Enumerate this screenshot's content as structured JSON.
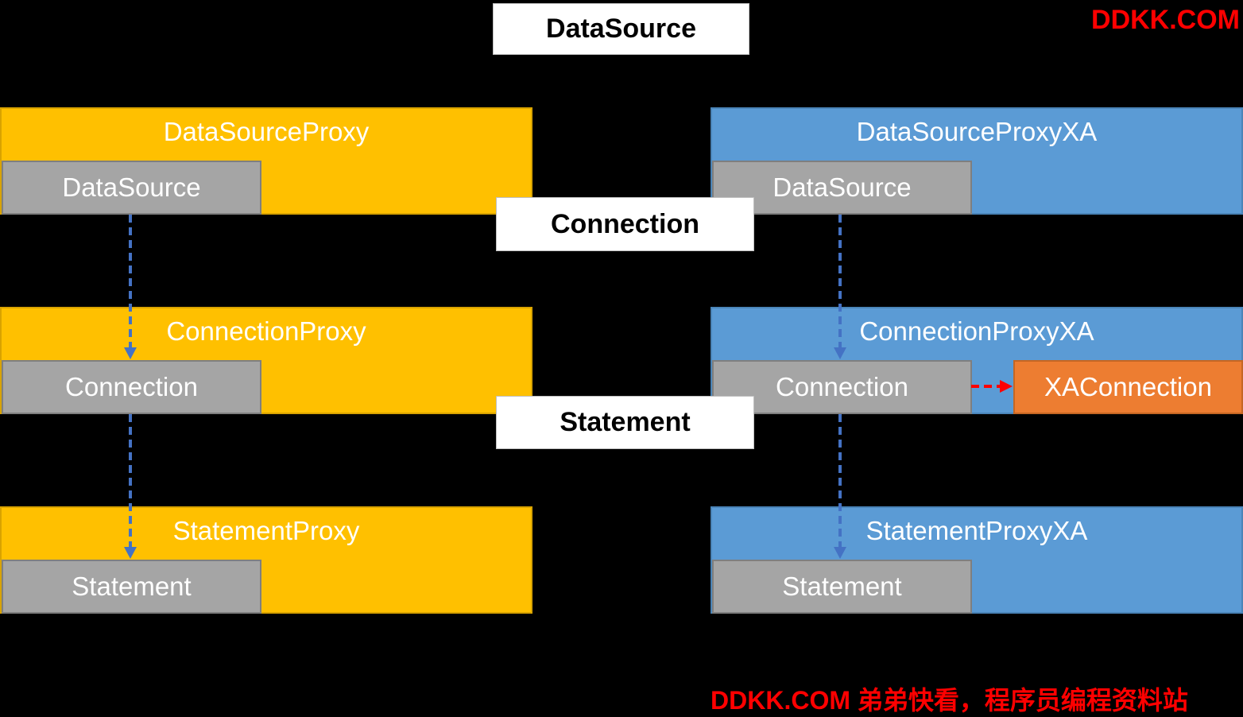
{
  "watermark": {
    "top": "DDKK.COM",
    "bottom": "DDKK.COM 弟弟快看，程序员编程资料站"
  },
  "labels": {
    "datasource": "DataSource",
    "connection": "Connection",
    "statement": "Statement"
  },
  "left": {
    "datasource_proxy": {
      "title": "DataSourceProxy",
      "inner": "DataSource"
    },
    "connection_proxy": {
      "title": "ConnectionProxy",
      "inner": "Connection"
    },
    "statement_proxy": {
      "title": "StatementProxy",
      "inner": "Statement"
    }
  },
  "right": {
    "datasource_proxy": {
      "title": "DataSourceProxyXA",
      "inner": "DataSource"
    },
    "connection_proxy": {
      "title": "ConnectionProxyXA",
      "inner": "Connection",
      "xa": "XAConnection"
    },
    "statement_proxy": {
      "title": "StatementProxyXA",
      "inner": "Statement"
    }
  },
  "colors": {
    "yellow": "#ffc000",
    "blue": "#5b9bd5",
    "gray": "#a5a5a5",
    "orange": "#ed7d31",
    "arrow_blue": "#4472c4",
    "arrow_red": "#ff0000"
  }
}
